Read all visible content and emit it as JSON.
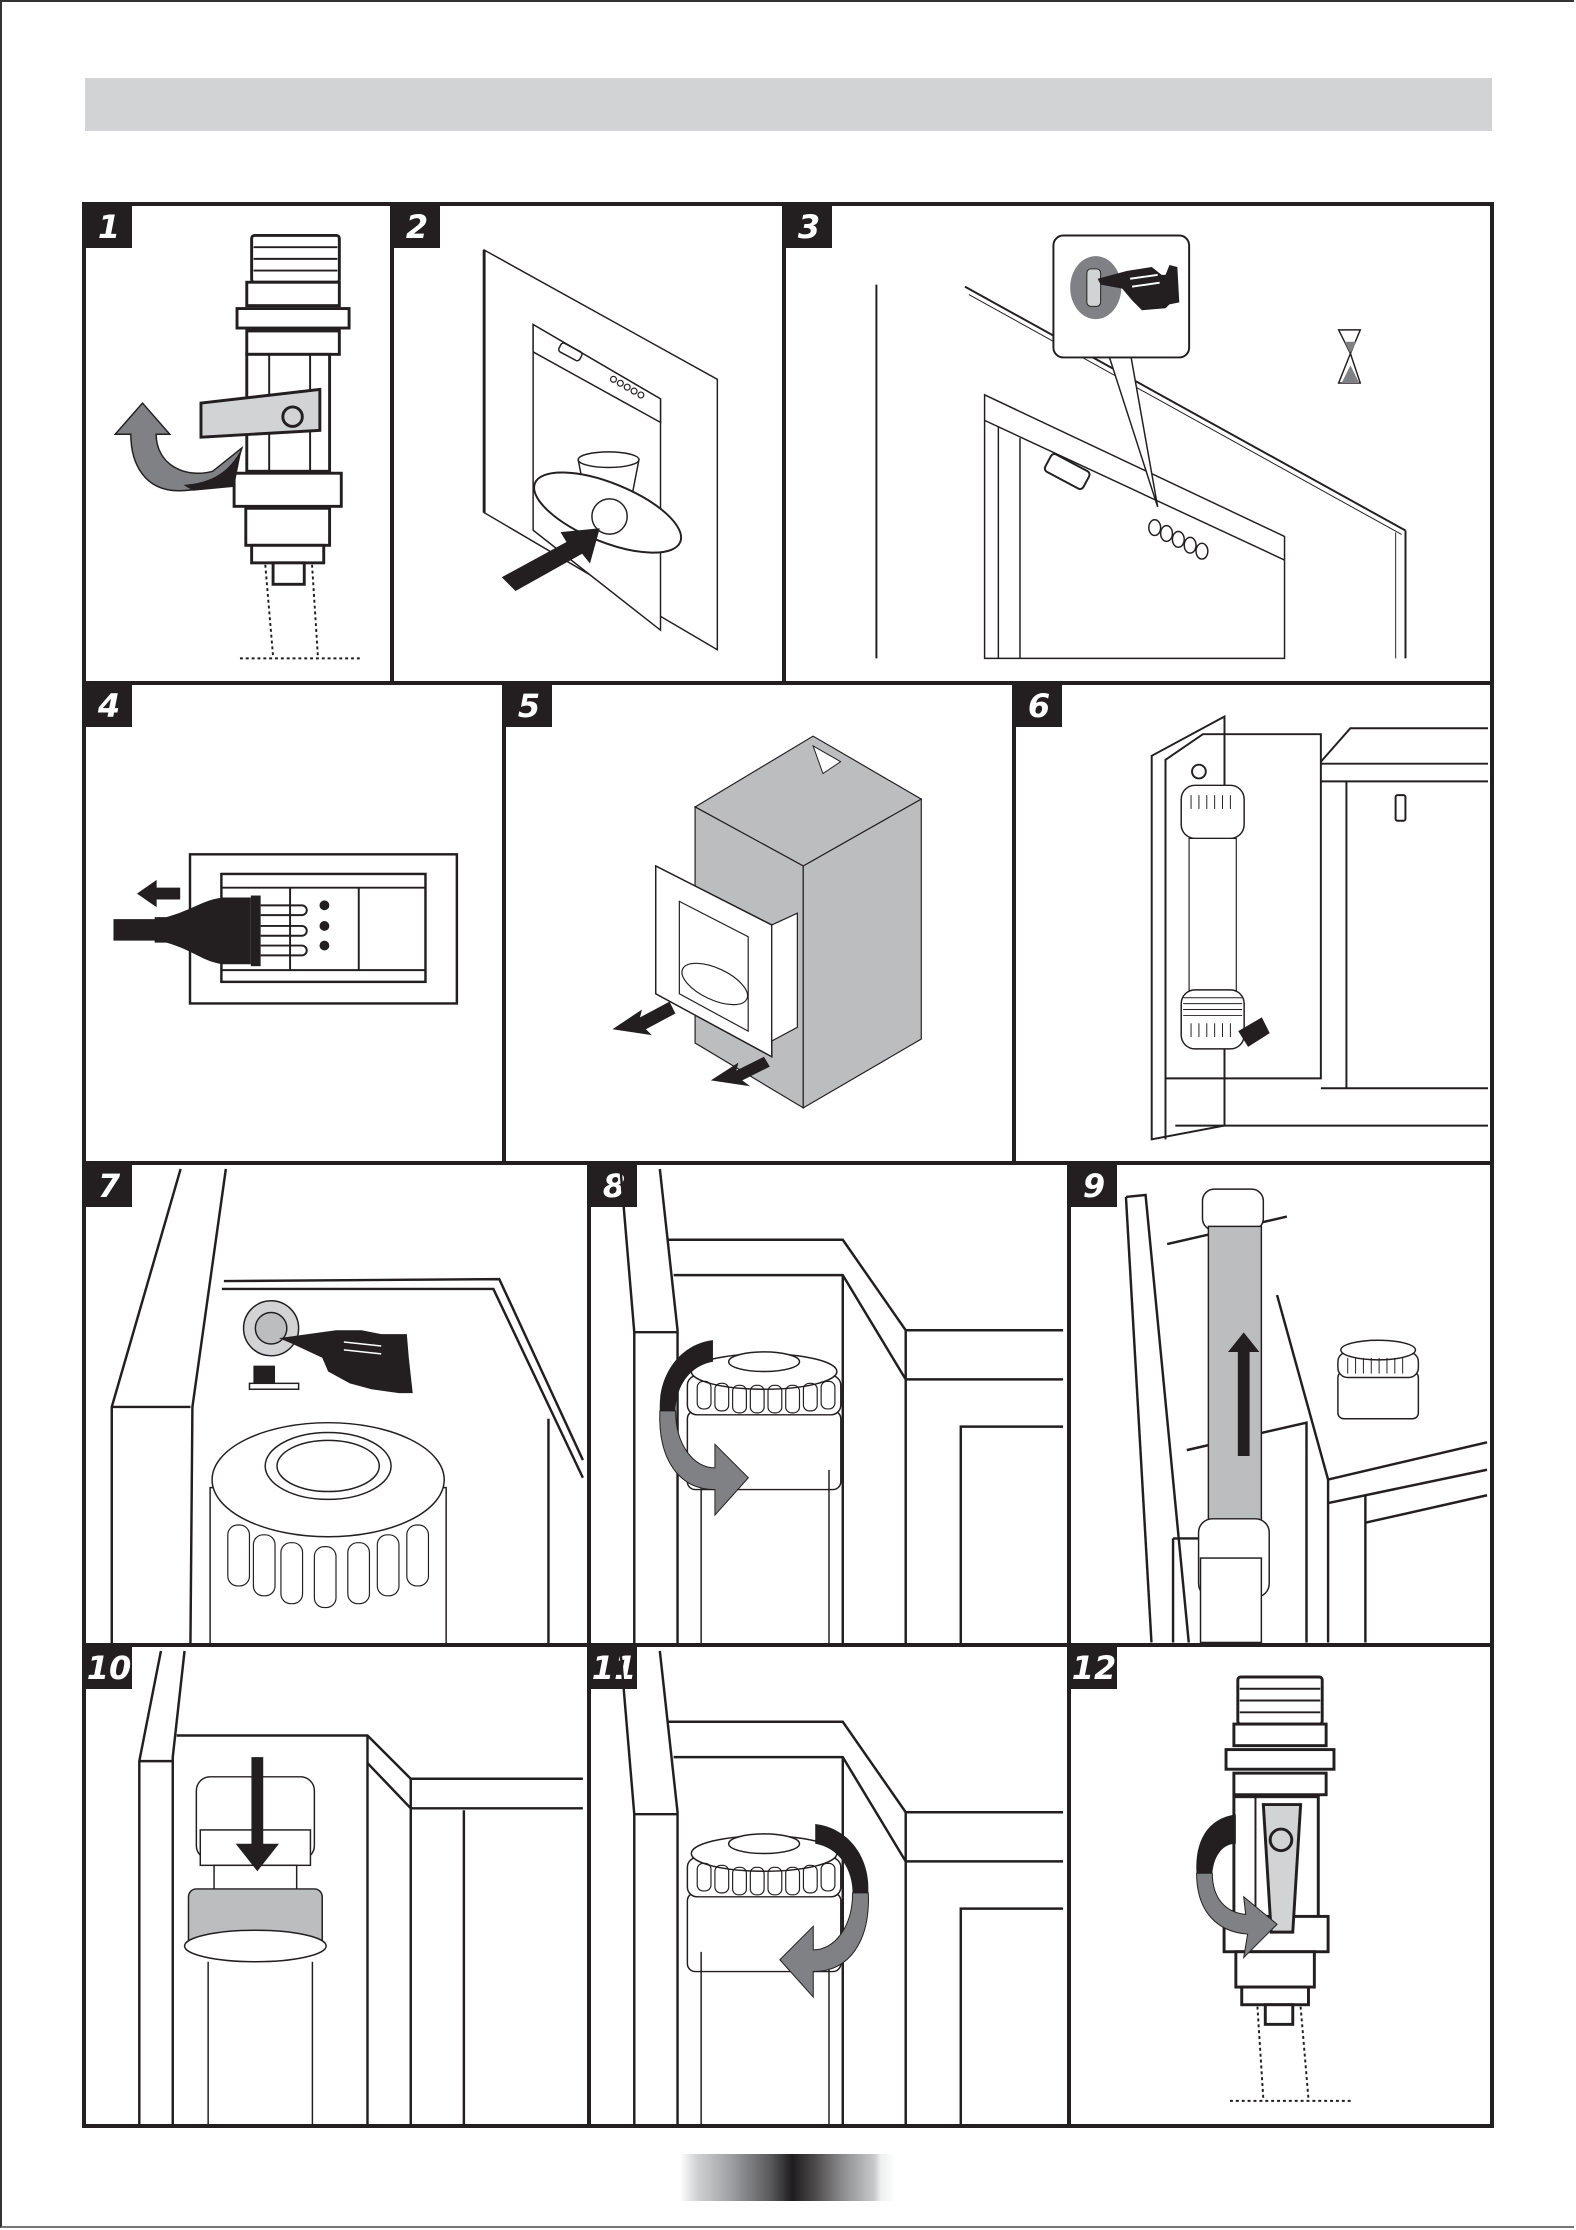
{
  "document": {
    "type": "instruction-manual-page",
    "header_bar_text": "",
    "page_number_text": ""
  },
  "steps": [
    {
      "number": "1",
      "illustration": "valve-lever-turn-closed",
      "action_icons": [
        "curved-arrow-up-icon"
      ]
    },
    {
      "number": "2",
      "illustration": "dispenser-press-glass-on-tray",
      "action_icons": [
        "push-arrow-icon"
      ]
    },
    {
      "number": "3",
      "illustration": "press-water-button-and-wait",
      "action_icons": [
        "pointing-hand-icon",
        "hourglass-icon"
      ]
    },
    {
      "number": "4",
      "illustration": "unplug-power-cord",
      "action_icons": [
        "arrow-left-icon"
      ]
    },
    {
      "number": "5",
      "illustration": "pull-out-dispenser-unit",
      "action_icons": [
        "arrow-down-left-icon",
        "arrow-down-left-icon"
      ]
    },
    {
      "number": "6",
      "illustration": "filter-cartridge-in-compartment",
      "action_icons": []
    },
    {
      "number": "7",
      "illustration": "press-release-button",
      "action_icons": [
        "pointing-hand-icon"
      ]
    },
    {
      "number": "8",
      "illustration": "unscrew-filter-cap",
      "action_icons": [
        "rotate-arrow-icon"
      ]
    },
    {
      "number": "9",
      "illustration": "remove-old-filter",
      "action_icons": [
        "arrow-up-icon"
      ]
    },
    {
      "number": "10",
      "illustration": "insert-new-filter",
      "action_icons": [
        "arrow-down-icon"
      ]
    },
    {
      "number": "11",
      "illustration": "screw-filter-cap",
      "action_icons": [
        "rotate-arrow-icon"
      ]
    },
    {
      "number": "12",
      "illustration": "valve-lever-turn-open",
      "action_icons": [
        "curved-arrow-down-icon"
      ]
    }
  ],
  "colors": {
    "ink": "#231f20",
    "header_gray": "#d2d3d5",
    "arrow_gray": "#808184",
    "fill_light": "#d1d3d4",
    "cabinet_gray": "#bcbdbf"
  }
}
